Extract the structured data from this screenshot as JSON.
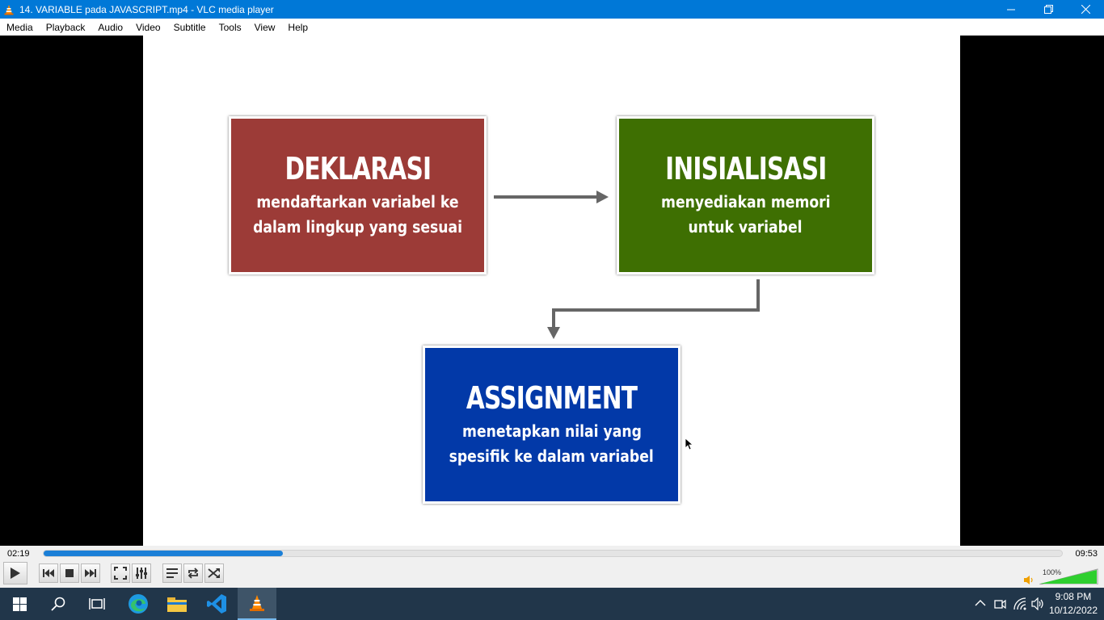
{
  "window": {
    "title": "14. VARIABLE pada JAVASCRIPT.mp4 - VLC media player"
  },
  "menu": [
    "Media",
    "Playback",
    "Audio",
    "Video",
    "Subtitle",
    "Tools",
    "View",
    "Help"
  ],
  "slide": {
    "box1": {
      "title": "DEKLARASI",
      "line1": "mendaftarkan variabel ke",
      "line2": "dalam lingkup yang sesuai",
      "color": "#9c3b37"
    },
    "box2": {
      "title": "INISIALISASI",
      "line1": "menyediakan memori",
      "line2": "untuk variabel",
      "color": "#3e6f02"
    },
    "box3": {
      "title": "ASSIGNMENT",
      "line1": "menetapkan nilai yang",
      "line2": "spesifik ke dalam variabel",
      "color": "#0239a8"
    }
  },
  "playback": {
    "elapsed": "02:19",
    "total": "09:53",
    "progress_fraction": 0.235,
    "volume": "100%"
  },
  "taskbar": {
    "apps": [
      "start",
      "search",
      "task-view",
      "edge",
      "file-explorer",
      "vscode",
      "vlc"
    ],
    "clock_time": "9:08 PM",
    "clock_date": "10/12/2022"
  },
  "colors": {
    "accent": "#0078d7",
    "seek_fill": "#1b7fd7",
    "taskbar": "#21364a"
  }
}
